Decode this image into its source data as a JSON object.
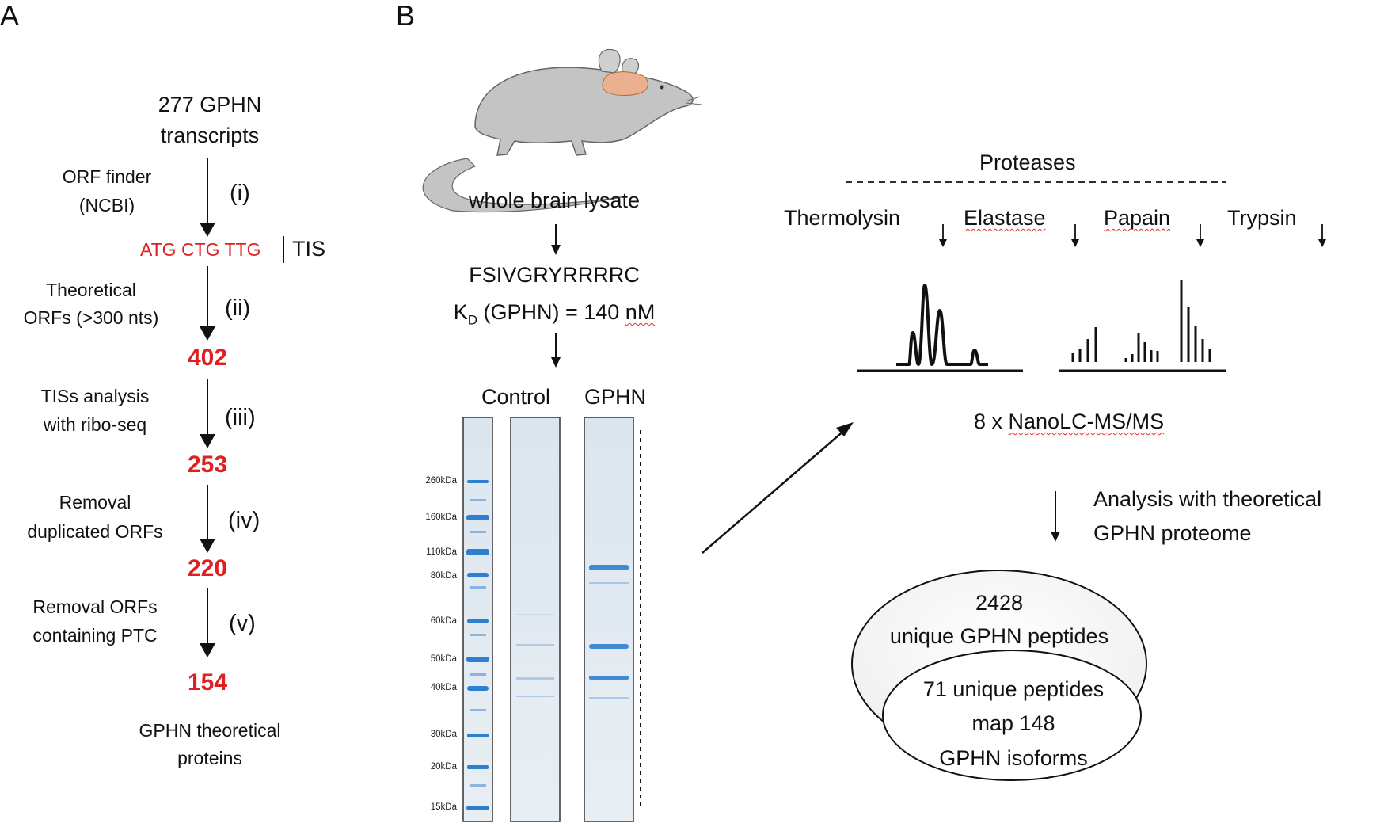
{
  "panel_a": {
    "letter": "A",
    "start_line1": "277 GPHN",
    "start_line2": "transcripts",
    "steps": [
      {
        "label_line1": "ORF finder",
        "label_line2": "(NCBI)",
        "roman": "(i)"
      },
      {
        "label_line1": "Theoretical",
        "label_line2": "ORFs (>300 nts)",
        "roman": "(ii)"
      },
      {
        "label_line1": "TISs analysis",
        "label_line2": "with ribo-seq",
        "roman": "(iii)"
      },
      {
        "label_line1": "Removal",
        "label_line2": "duplicated ORFs",
        "roman": "(iv)"
      },
      {
        "label_line1": "Removal ORFs",
        "label_line2": "containing PTC",
        "roman": "(v)"
      }
    ],
    "codons": "ATG CTG TTG",
    "tis": "TIS",
    "counts": [
      "402",
      "253",
      "220",
      "154"
    ],
    "end_line1": "GPHN theoretical",
    "end_line2": "proteins"
  },
  "panel_b": {
    "letter": "B",
    "sample": "whole brain lysate",
    "peptide": "FSIVGRYRRRRC",
    "kd_prefix": "K",
    "kd_sub": "D",
    "kd_mid": " (GPHN) = 140 ",
    "kd_unit": "nM",
    "gel": {
      "lane_labels": [
        "Control",
        "GPHN"
      ],
      "markers": [
        "260kDa",
        "160kDa",
        "110kDa",
        "80kDa",
        "60kDa",
        "50kDa",
        "40kDa",
        "30kDa",
        "20kDa",
        "15kDa"
      ]
    },
    "proteases_title": "Proteases",
    "proteases": [
      "Thermolysin",
      "Elastase",
      "Papain",
      "Trypsin"
    ],
    "ms_prefix": "8 x ",
    "ms_method": "NanoLC-MS/MS",
    "analysis_line1": "Analysis with theoretical",
    "analysis_line2": "GPHN proteome",
    "outer_line1": "2428",
    "outer_line2": "unique GPHN peptides",
    "inner_line1": "71 unique peptides",
    "inner_line2": "map 148",
    "inner_line3": "GPHN isoforms"
  },
  "colors": {
    "highlight_red": "#e02020",
    "marker_blue": "#2f7fd0",
    "gel_bg": "#e6edf3",
    "brain": "#eab08f",
    "mouse": "#c4c4c4"
  }
}
